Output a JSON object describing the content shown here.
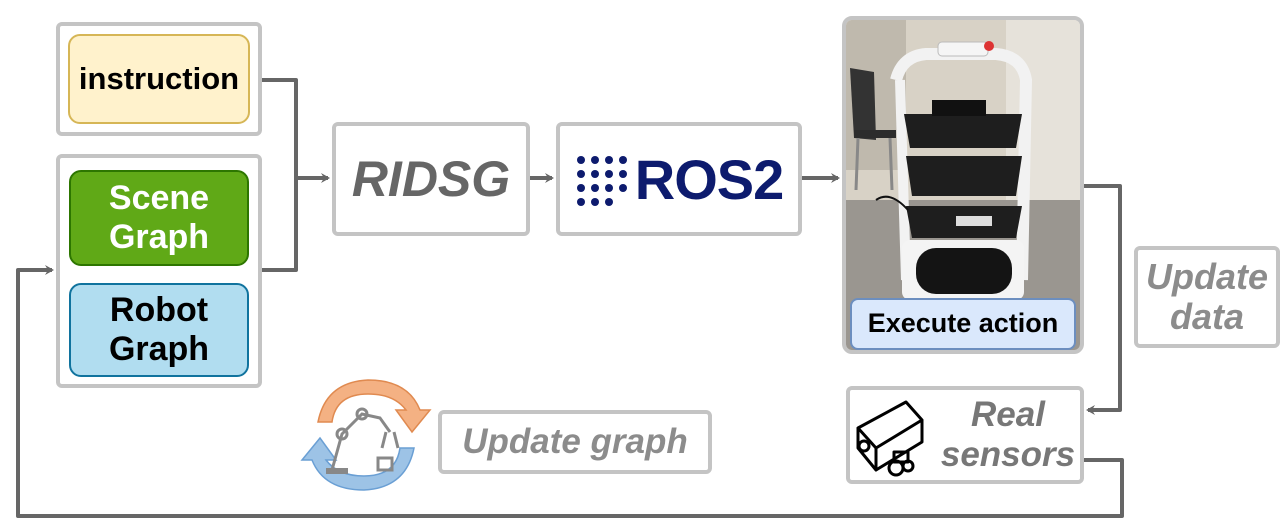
{
  "instruction": {
    "label": "instruction"
  },
  "graphs": {
    "scene": "Scene Graph",
    "robot": "Robot Graph"
  },
  "ridsg": {
    "label": "RIDSG"
  },
  "ros2": {
    "label": "ROS2"
  },
  "robot": {
    "caption": "Execute action"
  },
  "update_data": {
    "label": "Update data"
  },
  "real_sensors": {
    "label": "Real sensors"
  },
  "update_graph": {
    "label": "Update graph"
  },
  "colors": {
    "instruction_fill": "#fff2cc",
    "instruction_border": "#d6b656",
    "scene_fill": "#60a917",
    "scene_border": "#2d7600",
    "robot_fill": "#b1ddf0",
    "robot_border": "#10739e",
    "ros2_blue": "#0d1b6e",
    "arrow": "#666666"
  }
}
